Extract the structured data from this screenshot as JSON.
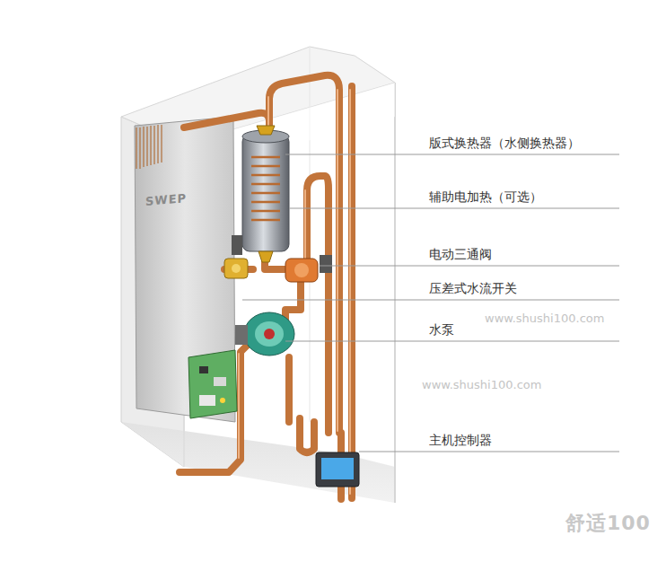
{
  "diagram": {
    "labels": [
      "版式换热器（水侧换热器）",
      "辅助电加热（可选）",
      "电动三通阀",
      "压差式水流开关",
      "水泵",
      "主机控制器",
      "SWEP",
      "www.shushi100.com",
      "www.shushi100.com",
      "舒适100"
    ]
  }
}
